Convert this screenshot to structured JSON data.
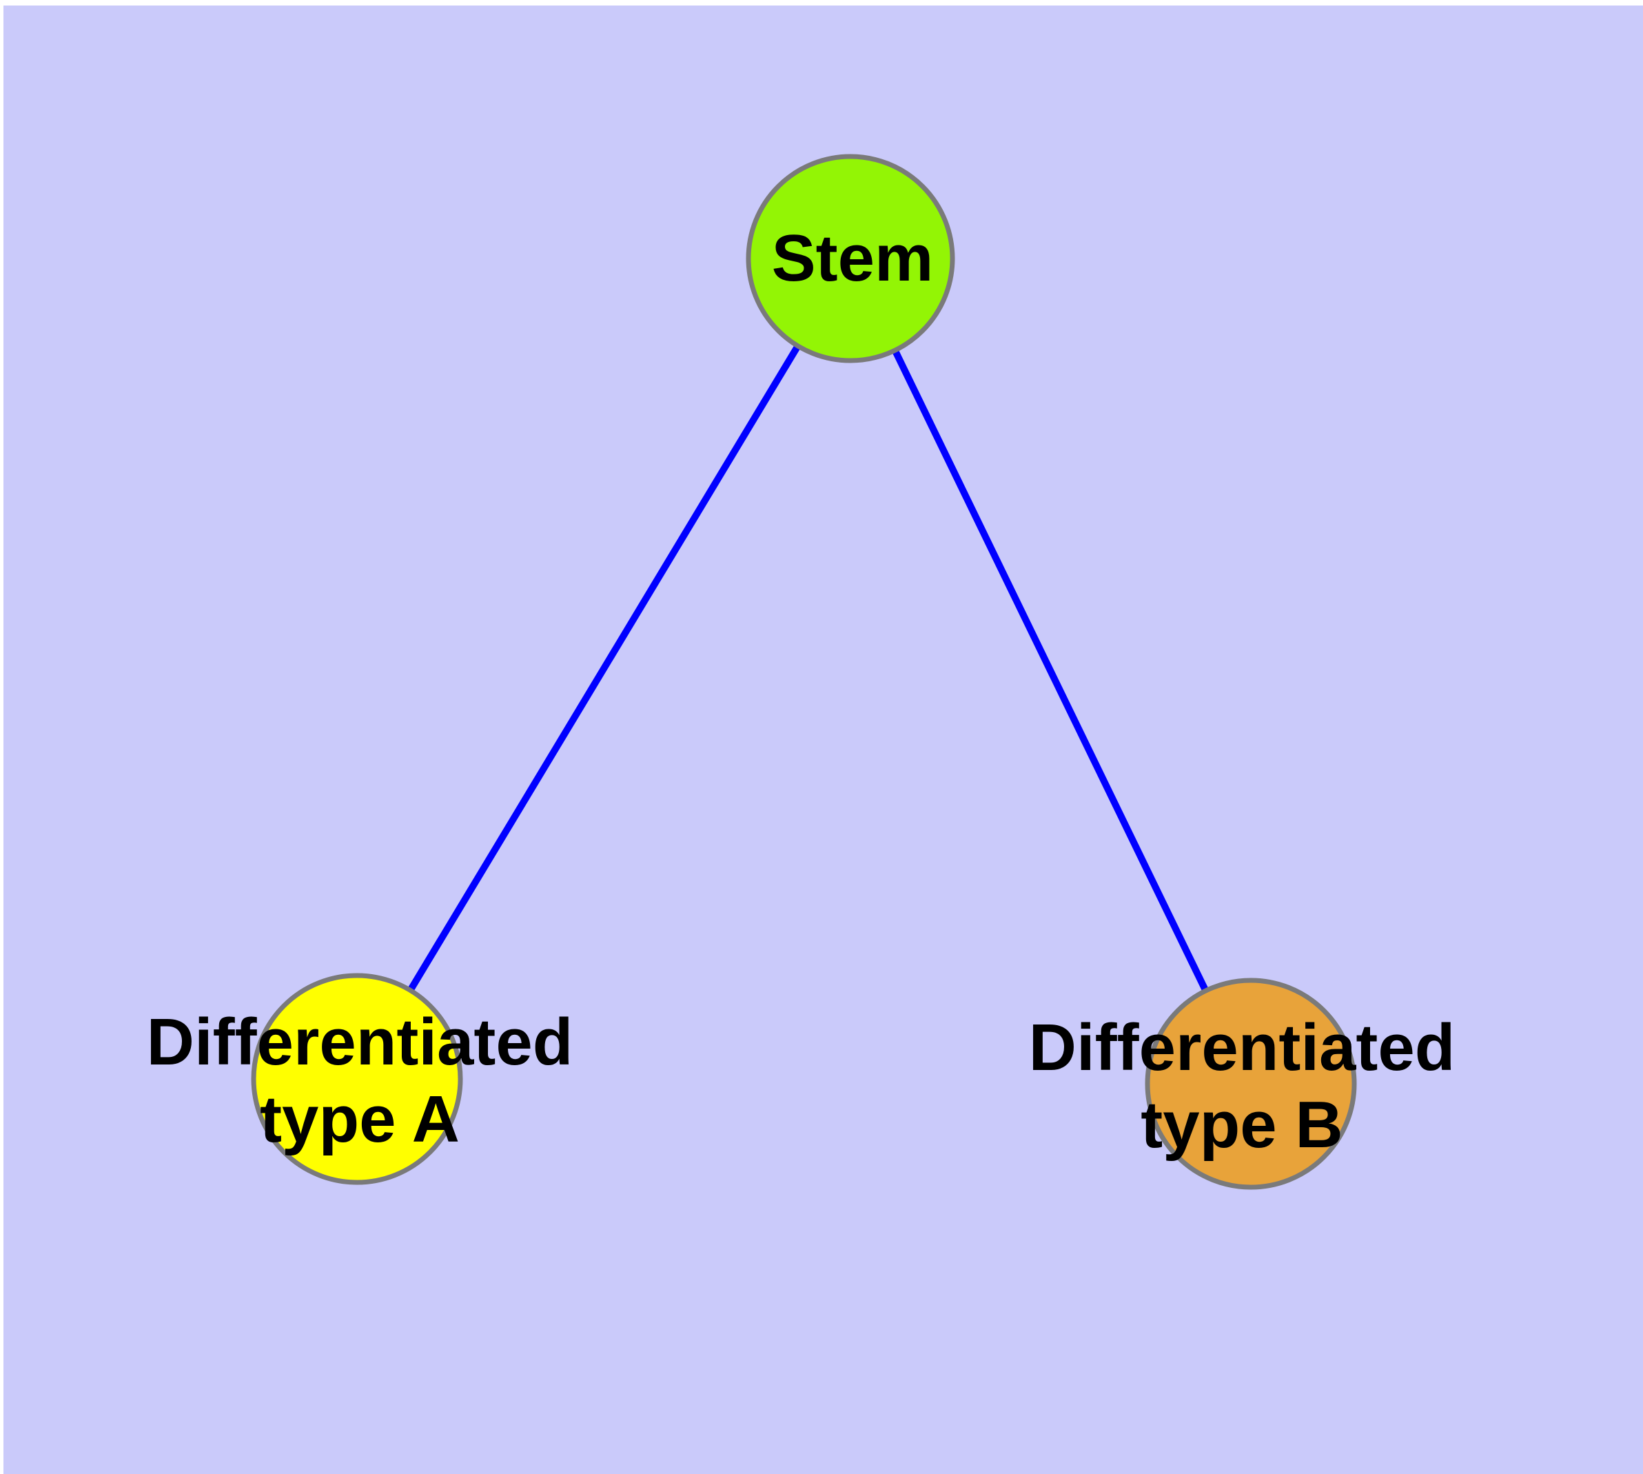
{
  "figure": {
    "background_color": "#cacafa",
    "margin_color": "#ffffff"
  },
  "diagram": {
    "type": "graph",
    "edge_color": "#0000ff",
    "node_border_color": "#7a7a7a",
    "label_color": "#000000",
    "nodes": [
      {
        "id": "stem",
        "label": "Stem",
        "color": "#93f505"
      },
      {
        "id": "differentiated-type-a",
        "label": "Differentiated\ntype A",
        "color": "#ffff00"
      },
      {
        "id": "differentiated-type-b",
        "label": "Differentiated\ntype B",
        "color": "#e8a33a"
      }
    ],
    "edges": [
      {
        "from": "stem",
        "to": "differentiated-type-a"
      },
      {
        "from": "stem",
        "to": "differentiated-type-b"
      }
    ]
  }
}
